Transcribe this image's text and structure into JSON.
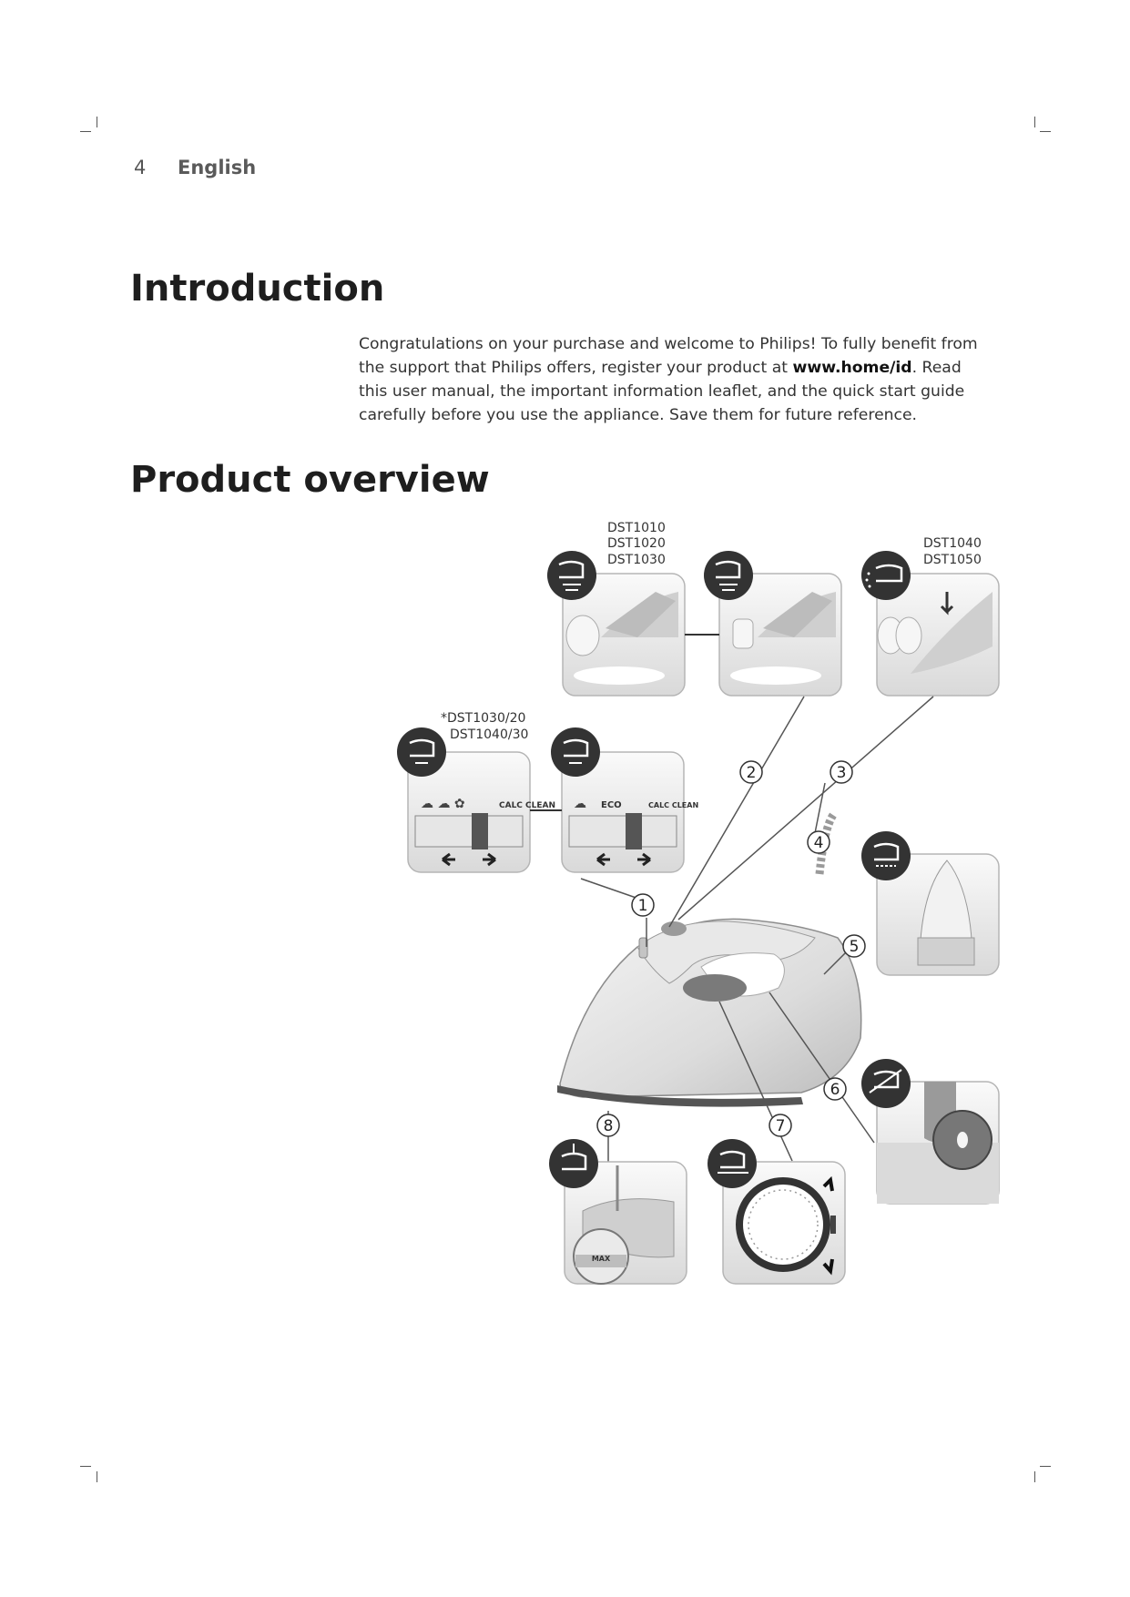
{
  "header": {
    "page_number": "4",
    "language": "English"
  },
  "introduction": {
    "title": "Introduction",
    "lines": [
      "Congratulations on your purchase and welcome to Philips! To fully benefit from",
      "the support that Philips offers, register your product at ",
      "this user manual, the important information leaflet, and the quick start guide",
      "carefully before you use the appliance. Save them for future reference."
    ],
    "link": "www.home/id",
    "after_link": ". Read"
  },
  "overview": {
    "title": "Product overview",
    "model_groups": {
      "top_left": [
        "DST1010",
        "DST1020",
        "DST1030"
      ],
      "top_right": [
        "DST1040",
        "DST1050"
      ],
      "left": [
        "*DST1030/20",
        "DST1040/30"
      ]
    },
    "callouts": [
      "1",
      "2",
      "3",
      "4",
      "5",
      "6",
      "7",
      "8"
    ],
    "panel_labels": {
      "calc_clean": "CALC CLEAN",
      "eco": "ECO",
      "max": "MAX"
    },
    "colors": {
      "icon_bg": "#333333",
      "panel_border": "#b5b5b5",
      "line": "#555555"
    }
  }
}
